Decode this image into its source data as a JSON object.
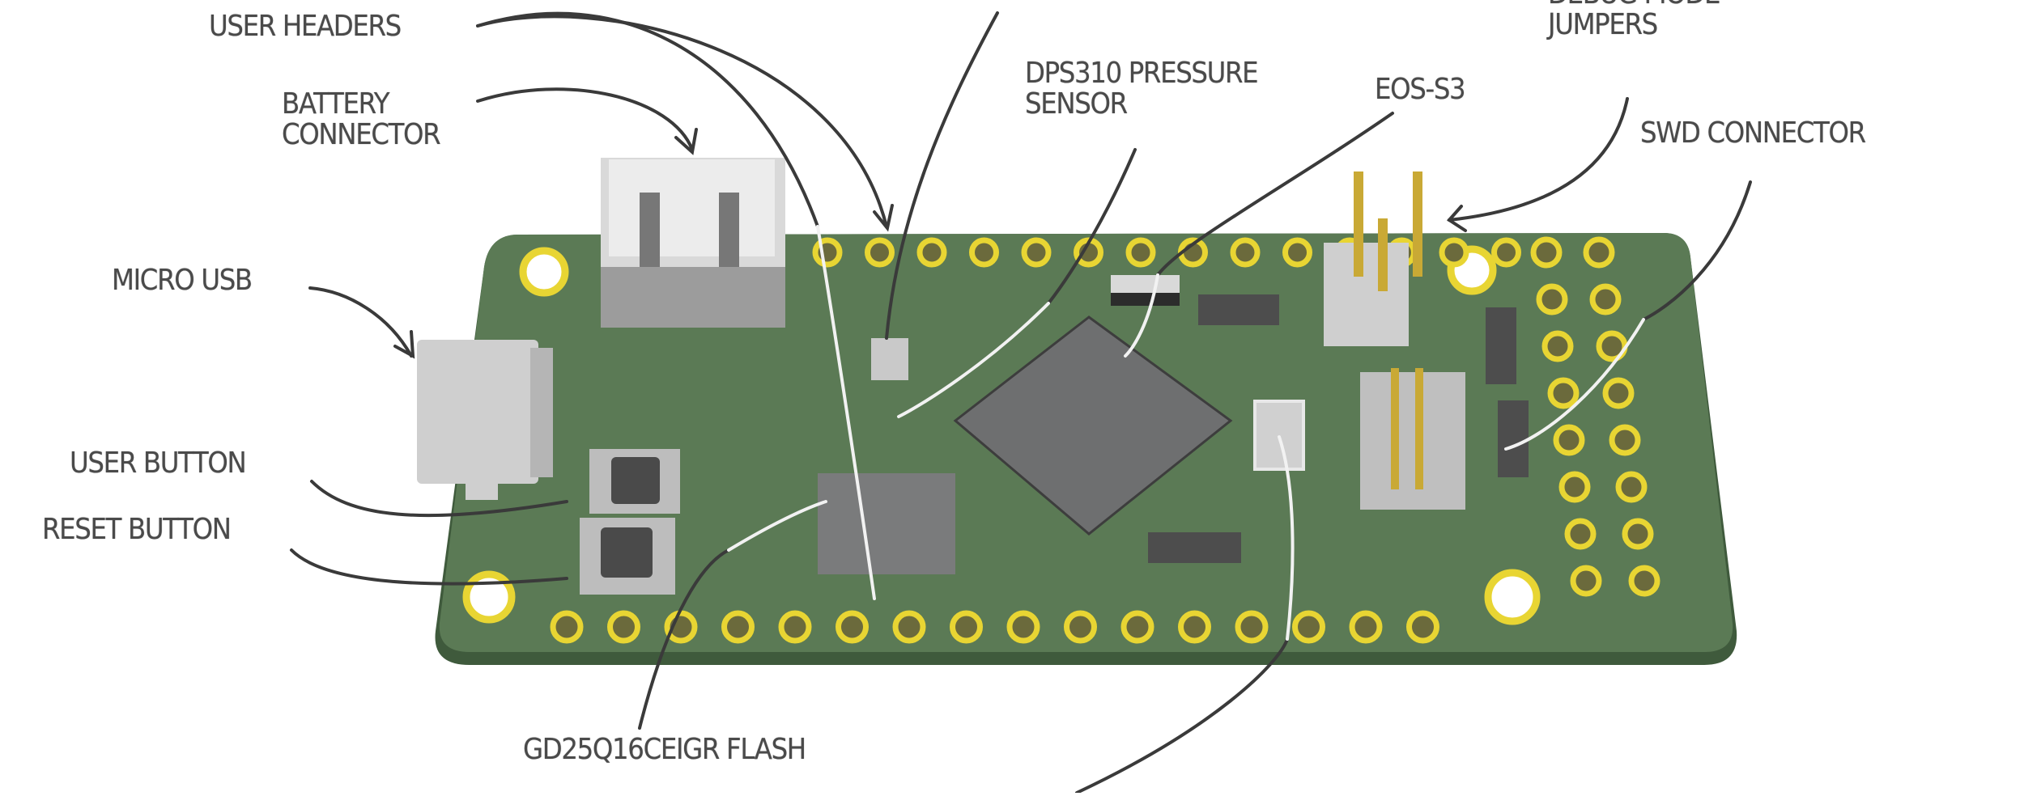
{
  "diagram": {
    "subject": "EOS-S3 development board (3D render) with component callouts",
    "colors": {
      "pcb": "#5b7a55",
      "pcb_edge": "#3f5a3c",
      "pad_ring": "#e8d533",
      "pad_hole": "#6b6a3c",
      "chip": "#6e6f70",
      "connector": "#d9d9d9",
      "pin_gold": "#c9a935",
      "leader_dark": "#3a3a3a",
      "leader_light": "#f2f2f2",
      "label_text": "#4a4a4a"
    },
    "labels": [
      {
        "id": "user-headers",
        "text": "USER HEADERS"
      },
      {
        "id": "battery-connector",
        "text": "BATTERY\nCONNECTOR"
      },
      {
        "id": "micro-usb",
        "text": "MICRO USB"
      },
      {
        "id": "user-button",
        "text": "USER BUTTON"
      },
      {
        "id": "reset-button",
        "text": "RESET BUTTON"
      },
      {
        "id": "dps310",
        "text": "DPS310 PRESSURE\nSENSOR"
      },
      {
        "id": "eos-s3",
        "text": "EOS-S3"
      },
      {
        "id": "debug-jumpers",
        "text": "DEBUG MODE\nJUMPERS"
      },
      {
        "id": "swd-connector",
        "text": "SWD CONNECTOR"
      },
      {
        "id": "flash",
        "text": "GD25Q16CEIGR FLASH"
      }
    ]
  }
}
